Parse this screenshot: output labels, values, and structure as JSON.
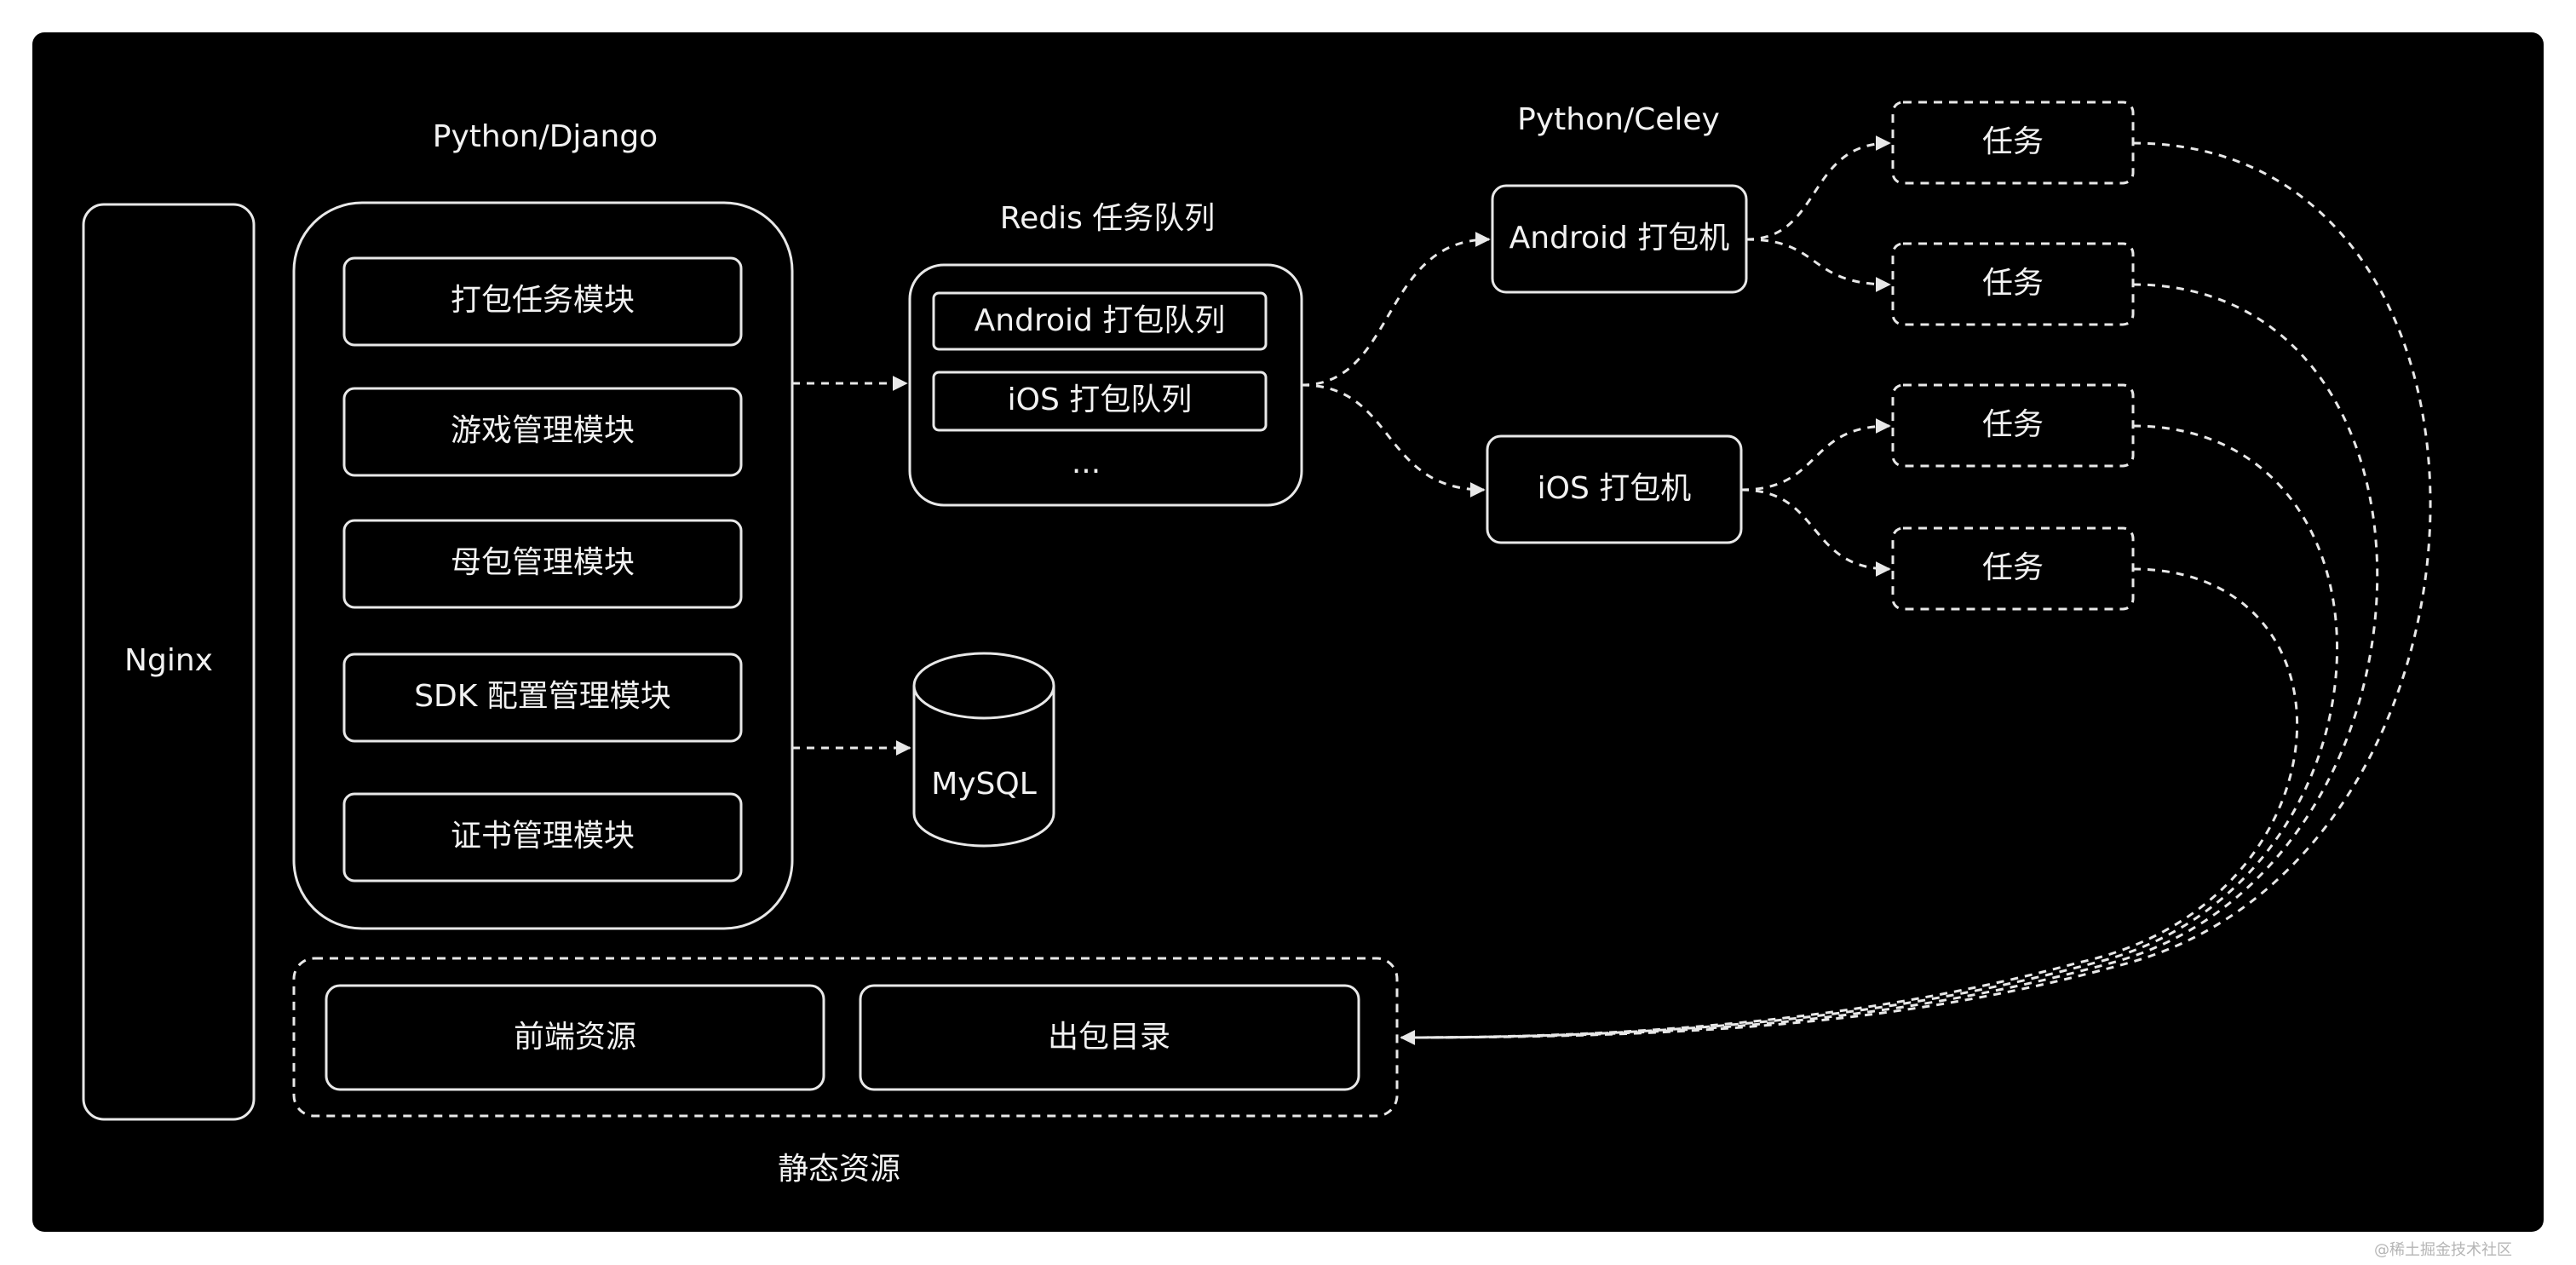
{
  "diagram": {
    "colors": {
      "background": "#000000",
      "frame": "#111111",
      "stroke": "#e8e8e8",
      "text": "#f2f2f2"
    },
    "nginx": "Nginx",
    "django": {
      "title": "Python/Django",
      "modules": [
        "打包任务模块",
        "游戏管理模块",
        "母包管理模块",
        "SDK 配置管理模块",
        "证书管理模块"
      ]
    },
    "redis": {
      "title": "Redis 任务队列",
      "queues": [
        "Android 打包队列",
        "iOS 打包队列"
      ],
      "more": "..."
    },
    "mysql": "MySQL",
    "celery": {
      "title": "Python/Celey",
      "android_worker": "Android 打包机",
      "ios_worker": "iOS 打包机"
    },
    "tasks": [
      "任务",
      "任务",
      "任务",
      "任务"
    ],
    "static": {
      "label": "静态资源",
      "items": [
        "前端资源",
        "出包目录"
      ]
    },
    "watermark": "@稀土掘金技术社区"
  }
}
